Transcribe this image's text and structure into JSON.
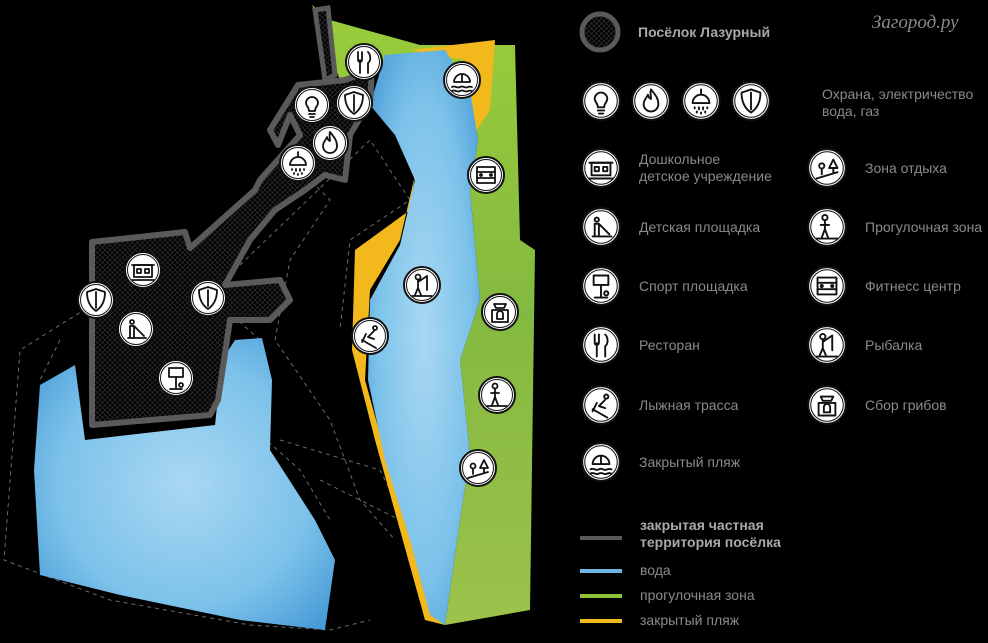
{
  "brand": "Загород.ру",
  "colors": {
    "background": "#000000",
    "territory": "#5a5a5a",
    "water": "#7ec3ea",
    "walk": "#8fc23c",
    "beach": "#f2b81c"
  },
  "map_markers": [
    {
      "name": "restaurant",
      "icon": "fork-knife-icon"
    },
    {
      "name": "beach",
      "icon": "closed-beach-icon"
    },
    {
      "name": "electricity",
      "icon": "lightbulb-icon"
    },
    {
      "name": "security",
      "icon": "shield-icon"
    },
    {
      "name": "gas",
      "icon": "flame-icon"
    },
    {
      "name": "water",
      "icon": "shower-icon"
    },
    {
      "name": "fitness",
      "icon": "fitness-icon"
    },
    {
      "name": "kindergarten",
      "icon": "kindergarten-icon"
    },
    {
      "name": "security-west",
      "icon": "shield-icon"
    },
    {
      "name": "security-center",
      "icon": "shield-icon"
    },
    {
      "name": "playground",
      "icon": "playground-icon"
    },
    {
      "name": "sport",
      "icon": "sport-icon"
    },
    {
      "name": "fishing",
      "icon": "fishing-icon"
    },
    {
      "name": "mushrooms",
      "icon": "mushroom-icon"
    },
    {
      "name": "ski",
      "icon": "ski-icon"
    },
    {
      "name": "walk",
      "icon": "walk-zone-icon"
    },
    {
      "name": "rest",
      "icon": "rest-zone-icon"
    }
  ],
  "legend": {
    "settlement": "Посёлок Лазурный",
    "utilities_line1": "Охрана, электричество",
    "utilities_line2": "вода, газ",
    "kindergarten_line1": "Дошкольное",
    "kindergarten_line2": "детское учреждение",
    "playground": "Детская площадка",
    "sport": "Спорт площадка",
    "restaurant": "Ресторан",
    "ski": "Лыжная трасса",
    "beach": "Закрытый пляж",
    "rest": "Зона отдыха",
    "walk": "Прогулочная зона",
    "fitness": "Фитнесс центр",
    "fishing": "Рыбалка",
    "mushrooms": "Сбор грибов"
  },
  "line_legend": {
    "territory_line1": "закрытая частная",
    "territory_line2": "территория посёлка",
    "water": "вода",
    "walk": "прогулочная зона",
    "beach": "закрытый пляж"
  }
}
